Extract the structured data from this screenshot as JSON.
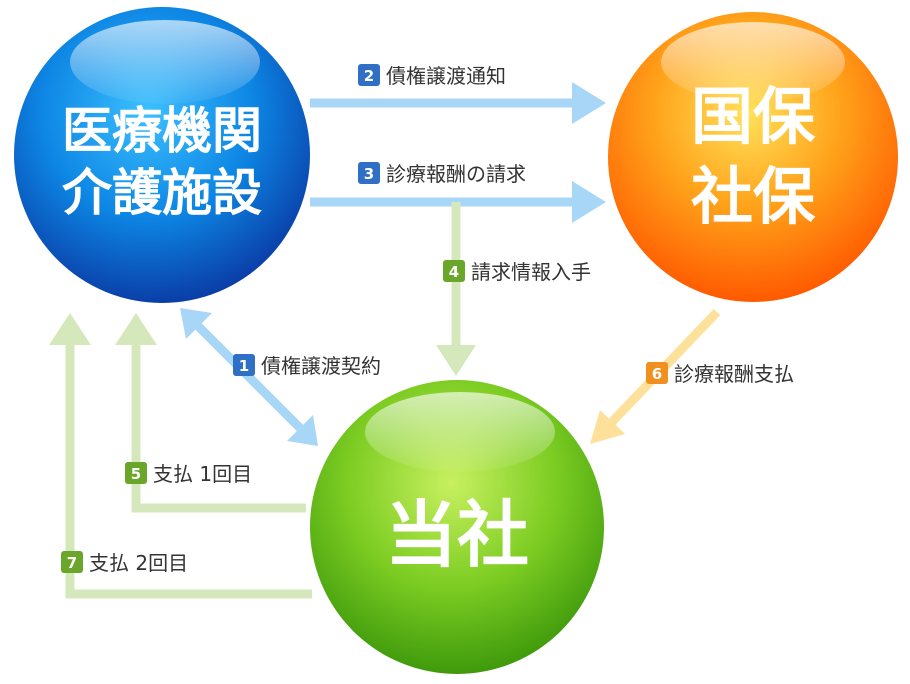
{
  "nodes": {
    "clinic": {
      "line1": "医療機関",
      "line2": "介護施設"
    },
    "insurer": {
      "line1": "国保",
      "line2": "社保"
    },
    "company": {
      "label": "当社"
    }
  },
  "steps": [
    {
      "number": "1",
      "label": "債権譲渡契約",
      "color": "#2f6fc5"
    },
    {
      "number": "2",
      "label": "債権譲渡通知",
      "color": "#2f6fc5"
    },
    {
      "number": "3",
      "label": "診療報酬の請求",
      "color": "#2f6fc5"
    },
    {
      "number": "4",
      "label": "請求情報入手",
      "color": "#6aa62a"
    },
    {
      "number": "5",
      "label": "支払 1回目",
      "color": "#6aa62a"
    },
    {
      "number": "6",
      "label": "診療報酬支払",
      "color": "#f0901e"
    },
    {
      "number": "7",
      "label": "支払 2回目",
      "color": "#6aa62a"
    }
  ],
  "colors": {
    "clinic": "#1e8fe8",
    "insurer": "#ff8a10",
    "company": "#7ccf28",
    "arrow_blue": "#a8d6f6",
    "arrow_green": "#d4e8bc",
    "arrow_yellow": "#fde09a"
  }
}
